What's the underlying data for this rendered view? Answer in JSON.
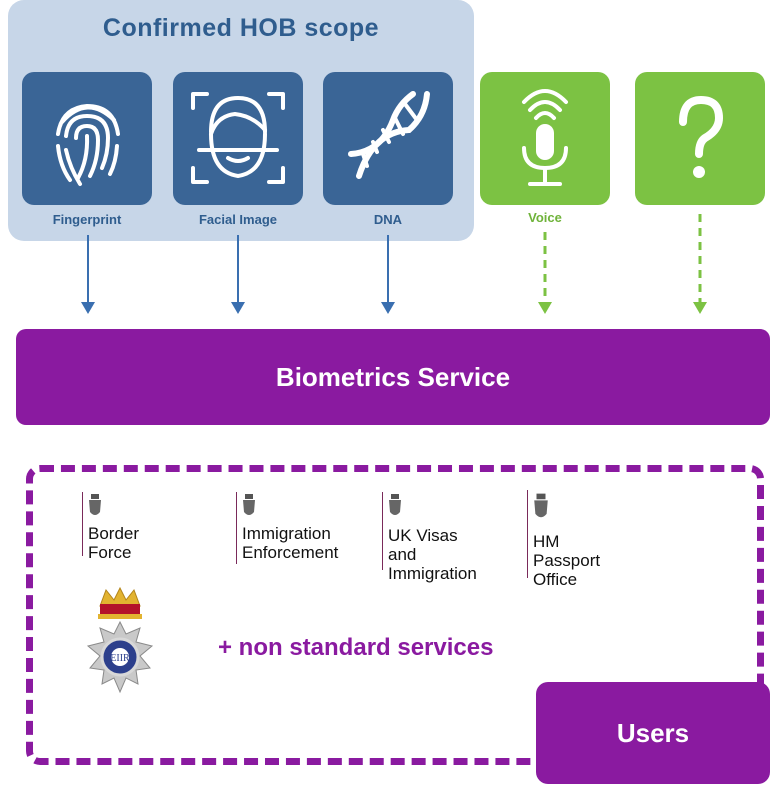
{
  "scope": {
    "title": "Confirmed HOB scope"
  },
  "modalities": [
    {
      "label": "Fingerprint",
      "icon": "fingerprint-icon",
      "color": "#3a6596",
      "status": "confirmed"
    },
    {
      "label": "Facial Image",
      "icon": "face-icon",
      "color": "#3a6596",
      "status": "confirmed"
    },
    {
      "label": "DNA",
      "icon": "dna-icon",
      "color": "#3a6596",
      "status": "confirmed"
    },
    {
      "label": "Voice",
      "icon": "microphone-icon",
      "color": "#7cc243",
      "status": "future"
    },
    {
      "label": "",
      "icon": "question-mark-icon",
      "color": "#7cc243",
      "status": "future"
    }
  ],
  "service": {
    "label": "Biometrics Service",
    "color": "#8a1aa0"
  },
  "users": {
    "label": "Users",
    "organisations": [
      {
        "name": "Border Force",
        "icon": "crown-crest-icon"
      },
      {
        "name": "Immigration\nEnforcement",
        "icon": "crown-crest-icon"
      },
      {
        "name": "UK Visas and\nImmigration",
        "icon": "crown-crest-icon"
      },
      {
        "name": "HM Passport\nOffice",
        "icon": "crown-crest-icon"
      }
    ],
    "police_badge": {
      "icon": "police-badge-icon",
      "text": "EIIR"
    },
    "extra": "+ non standard services"
  }
}
